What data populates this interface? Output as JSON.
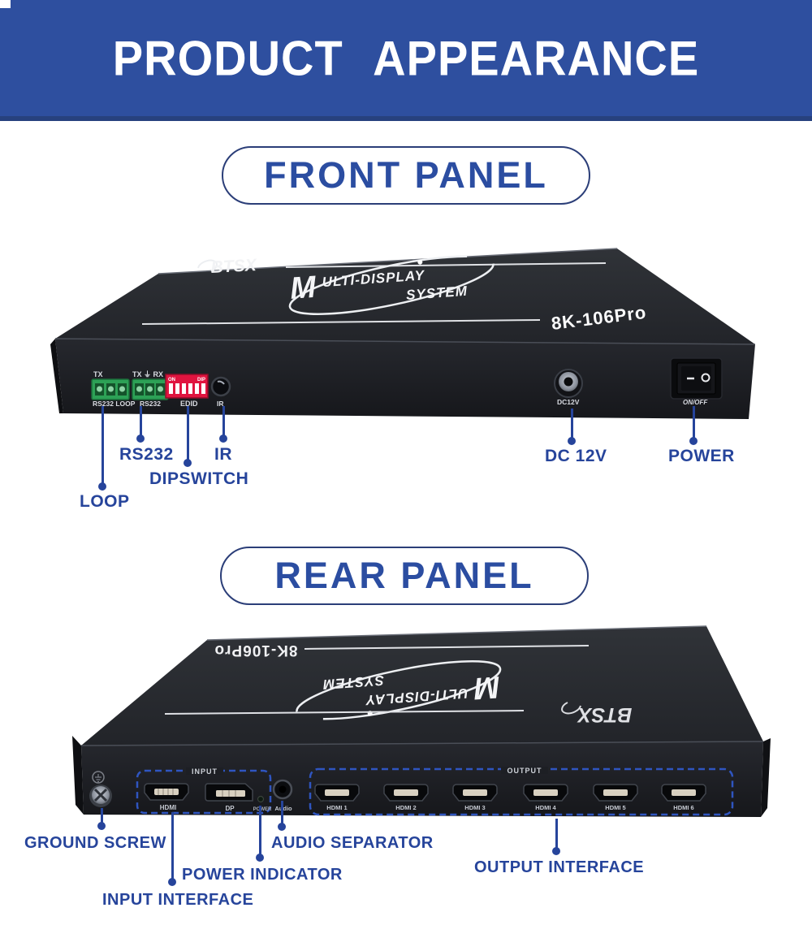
{
  "colors": {
    "header_bg": "#2e4f9f",
    "accent_navy": "#26449b",
    "pill_text": "#2b4da1",
    "dashed_blue": "#2f55c0",
    "terminal_green": "#2da156",
    "dip_red": "#e0143f",
    "device_black": "#1d1f24"
  },
  "header": {
    "title": "PRODUCT APPEARANCE"
  },
  "front": {
    "panel_label": "FRONT PANEL",
    "device": {
      "brand": "BTSX",
      "logo": {
        "m": "M",
        "rest": "ULTI-DISPLAY",
        "sub": "SYSTEM"
      },
      "model": "8K-106Pro",
      "ports": {
        "tx": "TX",
        "txrx": "TX ⏚ RX",
        "rs232_loop": "RS232 LOOP",
        "rs232": "RS232",
        "dip_on": "ON",
        "dip": "DIP",
        "edid": "EDID",
        "ir": "IR",
        "dc": "DC12V",
        "onoff": "ON/OFF"
      }
    },
    "callouts": {
      "rs232": "RS232",
      "ir": "IR",
      "dipswitch": "DIPSWITCH",
      "loop": "LOOP",
      "dc12v": "DC 12V",
      "power": "POWER"
    }
  },
  "rear": {
    "panel_label": "REAR PANEL",
    "device": {
      "brand": "BTSX",
      "model": "8K-106Pro",
      "logo": {
        "m": "M",
        "rest": "ULTI-DISPLAY",
        "sub": "SYSTEM"
      },
      "input_group": "INPUT",
      "output_group": "OUTPUT",
      "ports": {
        "hdmi_in": "HDMI",
        "dp": "DP",
        "power_led": "POWER",
        "audio": "Audio",
        "outputs": [
          "HDMI 1",
          "HDMI 2",
          "HDMI 3",
          "HDMI 4",
          "HDMI 5",
          "HDMI 6"
        ]
      }
    },
    "callouts": {
      "ground": "GROUND SCREW",
      "audio": "AUDIO SEPARATOR",
      "power": "POWER INDICATOR",
      "input": "INPUT INTERFACE",
      "output": "OUTPUT INTERFACE"
    }
  }
}
